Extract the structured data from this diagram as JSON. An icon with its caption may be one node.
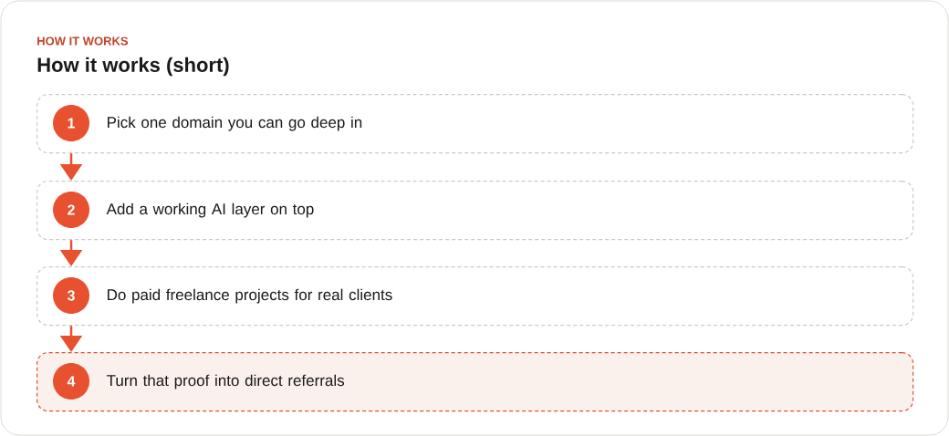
{
  "diagram": {
    "title": "How it works (short)",
    "nodes": [
      {
        "text": [
          "Pick one domain you can go deep in"
        ]
      },
      {
        "text": [
          "1"
        ],
        "in": 0
      },
      {
        "text": [
          "Add a working AI layer on top"
        ]
      },
      {
        "text": [
          "2"
        ],
        "in": 2
      },
      {
        "text": [
          "Do paid freelance projects for real clients"
        ]
      },
      {
        "text": [
          "3"
        ],
        "in": 4
      },
      {
        "text": [
          "Turn that proof into direct referrals"
        ]
      },
      {
        "text": [
          "4"
        ],
        "in": 6
      }
    ],
    "edges": [
      {
        "from": 0,
        "to": 2,
        "arrow": "to"
      },
      {
        "from": 2,
        "to": 4,
        "arrow": "to"
      },
      {
        "from": 4,
        "to": 6,
        "arrow": "to"
      }
    ],
    "labels": [
      "HOW IT WORKS"
    ]
  }
}
